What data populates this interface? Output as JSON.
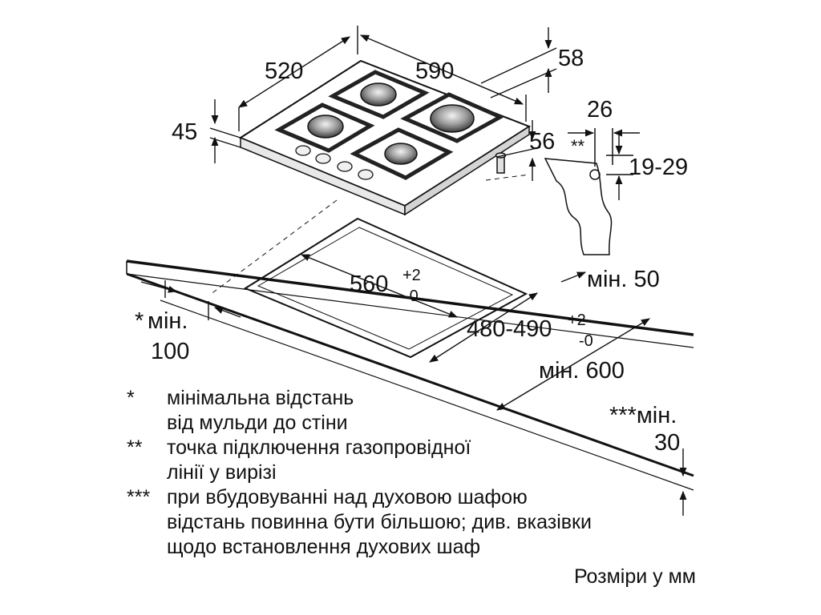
{
  "dimensions": {
    "hob_depth": "520",
    "hob_width": "590",
    "hob_height_below": "58",
    "hob_height_above": "45",
    "hob_side": "56",
    "conn_offset": "26",
    "conn_marker": "**",
    "conn_range": "19-29",
    "cutout_width_value": "560",
    "cutout_width_plus": "+2",
    "cutout_width_minus": "-0",
    "cutout_depth_value": "480-490",
    "cutout_depth_plus": "+2",
    "cutout_depth_minus": "-0",
    "min_50": "мін. 50",
    "min_100_marker": "*",
    "min_100_label": "мін.",
    "min_100_value": "100",
    "min_600": "мін. 600",
    "min_30_label": "***мін.",
    "min_30_value": "30"
  },
  "notes": [
    {
      "mark": "*",
      "text": "мінімальна відстань\nвід мульди до стіни"
    },
    {
      "mark": "**",
      "text": "точка підключення газопровідної\nлінії у вирізі"
    },
    {
      "mark": "***",
      "text": "при вбудовуванні над духовою шафою\nвідстань повинна бути більшою; див. вказівки\nщодо встановлення духових шаф"
    }
  ],
  "units_label": "Розміри у мм"
}
